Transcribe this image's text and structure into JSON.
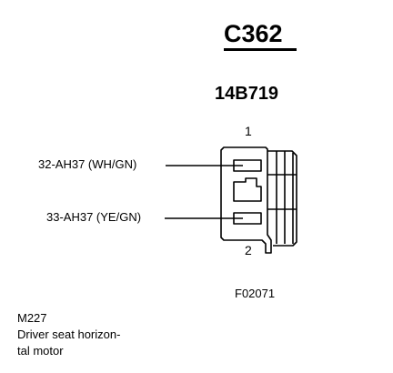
{
  "connector": {
    "id": "C362",
    "part_number": "14B719"
  },
  "pins": [
    {
      "number": "1",
      "circuit": "32-AH37 (WH/GN)"
    },
    {
      "number": "2",
      "circuit": "33-AH37 (YE/GN)"
    }
  ],
  "figure_code": "F02071",
  "component": {
    "code": "M227",
    "description_lines": [
      "Driver seat horizon-",
      "tal motor"
    ]
  },
  "colors": {
    "ink": "#000000",
    "background": "#ffffff"
  }
}
